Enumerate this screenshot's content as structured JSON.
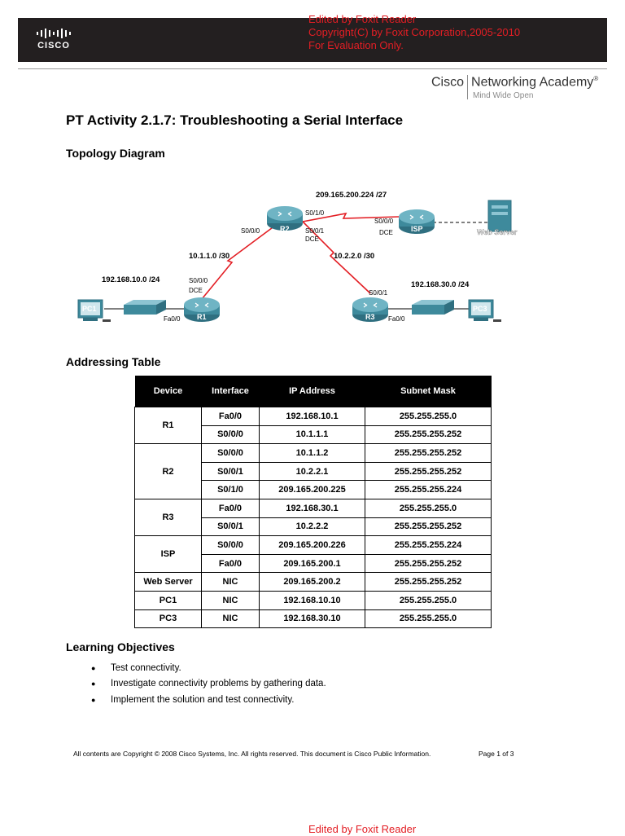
{
  "banner": {
    "logo_text": "CISCO",
    "watermark": [
      "Edited by Foxit Reader",
      "Copyright(C) by Foxit Corporation,2005-2010",
      "For Evaluation Only."
    ]
  },
  "header": {
    "brand": "Cisco",
    "academy": "Networking Academy",
    "registered": "®",
    "tagline": "Mind Wide Open"
  },
  "title": "PT Activity 2.1.7: Troubleshooting a Serial Interface",
  "topology": {
    "heading": "Topology Diagram",
    "labels": {
      "net_isp": "209.165.200.224 /27",
      "net_r1r2": "10.1.1.0 /30",
      "net_r2r3": "10.2.2.0 /30",
      "net_lan1": "192.168.10.0 /24",
      "net_lan3": "192.168.30.0 /24",
      "r2_s010": "S0/1/0",
      "r2_s000": "S0/0/0",
      "r2_s001": "S0/0/1",
      "r2_dce": "DCE",
      "isp_s000": "S0/0/0",
      "isp_dce": "DCE",
      "r1_s000": "S0/0/0",
      "r1_dce": "DCE",
      "r1_fa": "Fa0/0",
      "r3_s001": "S0/0/1",
      "r3_fa": "Fa0/0"
    },
    "devices": {
      "r1": "R1",
      "r2": "R2",
      "r3": "R3",
      "isp": "ISP",
      "web": "Web Server",
      "pc1": "PC1",
      "pc3": "PC3"
    }
  },
  "addressing": {
    "heading": "Addressing Table",
    "columns": [
      "Device",
      "Interface",
      "IP Address",
      "Subnet Mask"
    ],
    "groups": [
      {
        "device": "R1",
        "rows": [
          [
            "Fa0/0",
            "192.168.10.1",
            "255.255.255.0"
          ],
          [
            "S0/0/0",
            "10.1.1.1",
            "255.255.255.252"
          ]
        ]
      },
      {
        "device": "R2",
        "rows": [
          [
            "S0/0/0",
            "10.1.1.2",
            "255.255.255.252"
          ],
          [
            "S0/0/1",
            "10.2.2.1",
            "255.255.255.252"
          ],
          [
            "S0/1/0",
            "209.165.200.225",
            "255.255.255.224"
          ]
        ]
      },
      {
        "device": "R3",
        "rows": [
          [
            "Fa0/0",
            "192.168.30.1",
            "255.255.255.0"
          ],
          [
            "S0/0/1",
            "10.2.2.2",
            "255.255.255.252"
          ]
        ]
      },
      {
        "device": "ISP",
        "rows": [
          [
            "S0/0/0",
            "209.165.200.226",
            "255.255.255.224"
          ],
          [
            "Fa0/0",
            "209.165.200.1",
            "255.255.255.252"
          ]
        ]
      },
      {
        "device": "Web Server",
        "rows": [
          [
            "NIC",
            "209.165.200.2",
            "255.255.255.252"
          ]
        ]
      },
      {
        "device": "PC1",
        "rows": [
          [
            "NIC",
            "192.168.10.10",
            "255.255.255.0"
          ]
        ]
      },
      {
        "device": "PC3",
        "rows": [
          [
            "NIC",
            "192.168.30.10",
            "255.255.255.0"
          ]
        ]
      }
    ]
  },
  "objectives": {
    "heading": "Learning Objectives",
    "items": [
      "Test connectivity.",
      "Investigate connectivity problems by gathering data.",
      "Implement the solution and test connectivity."
    ]
  },
  "footer": {
    "copyright": "All contents are Copyright © 2008 Cisco Systems, Inc. All rights reserved. This document is Cisco Public Information.",
    "page": "Page 1 of 3"
  },
  "watermark_bottom": "Edited by Foxit Reader",
  "colors": {
    "serial_link": "#e31e24",
    "banner": "#231f20",
    "router": "#3e8a9c",
    "watermark": "#e31e24"
  }
}
